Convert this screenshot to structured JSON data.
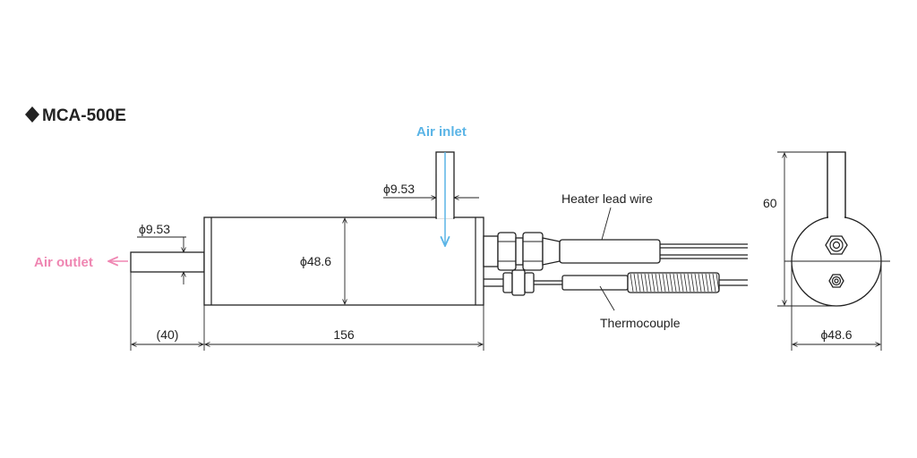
{
  "title": "MCA-500E",
  "labels": {
    "air_inlet": "Air inlet",
    "air_outlet": "Air outlet",
    "heater_lead_wire": "Heater lead wire",
    "thermocouple": "Thermocouple"
  },
  "dimensions": {
    "inlet_pipe_dia": "ϕ9.53",
    "outlet_pipe_dia": "ϕ9.53",
    "body_dia": "ϕ48.6",
    "outlet_length": "(40)",
    "body_length": "156",
    "end_view_height": "60",
    "end_view_dia": "ϕ48.6"
  },
  "colors": {
    "air_inlet": "#5ab4e6",
    "air_outlet": "#ef86b2"
  }
}
